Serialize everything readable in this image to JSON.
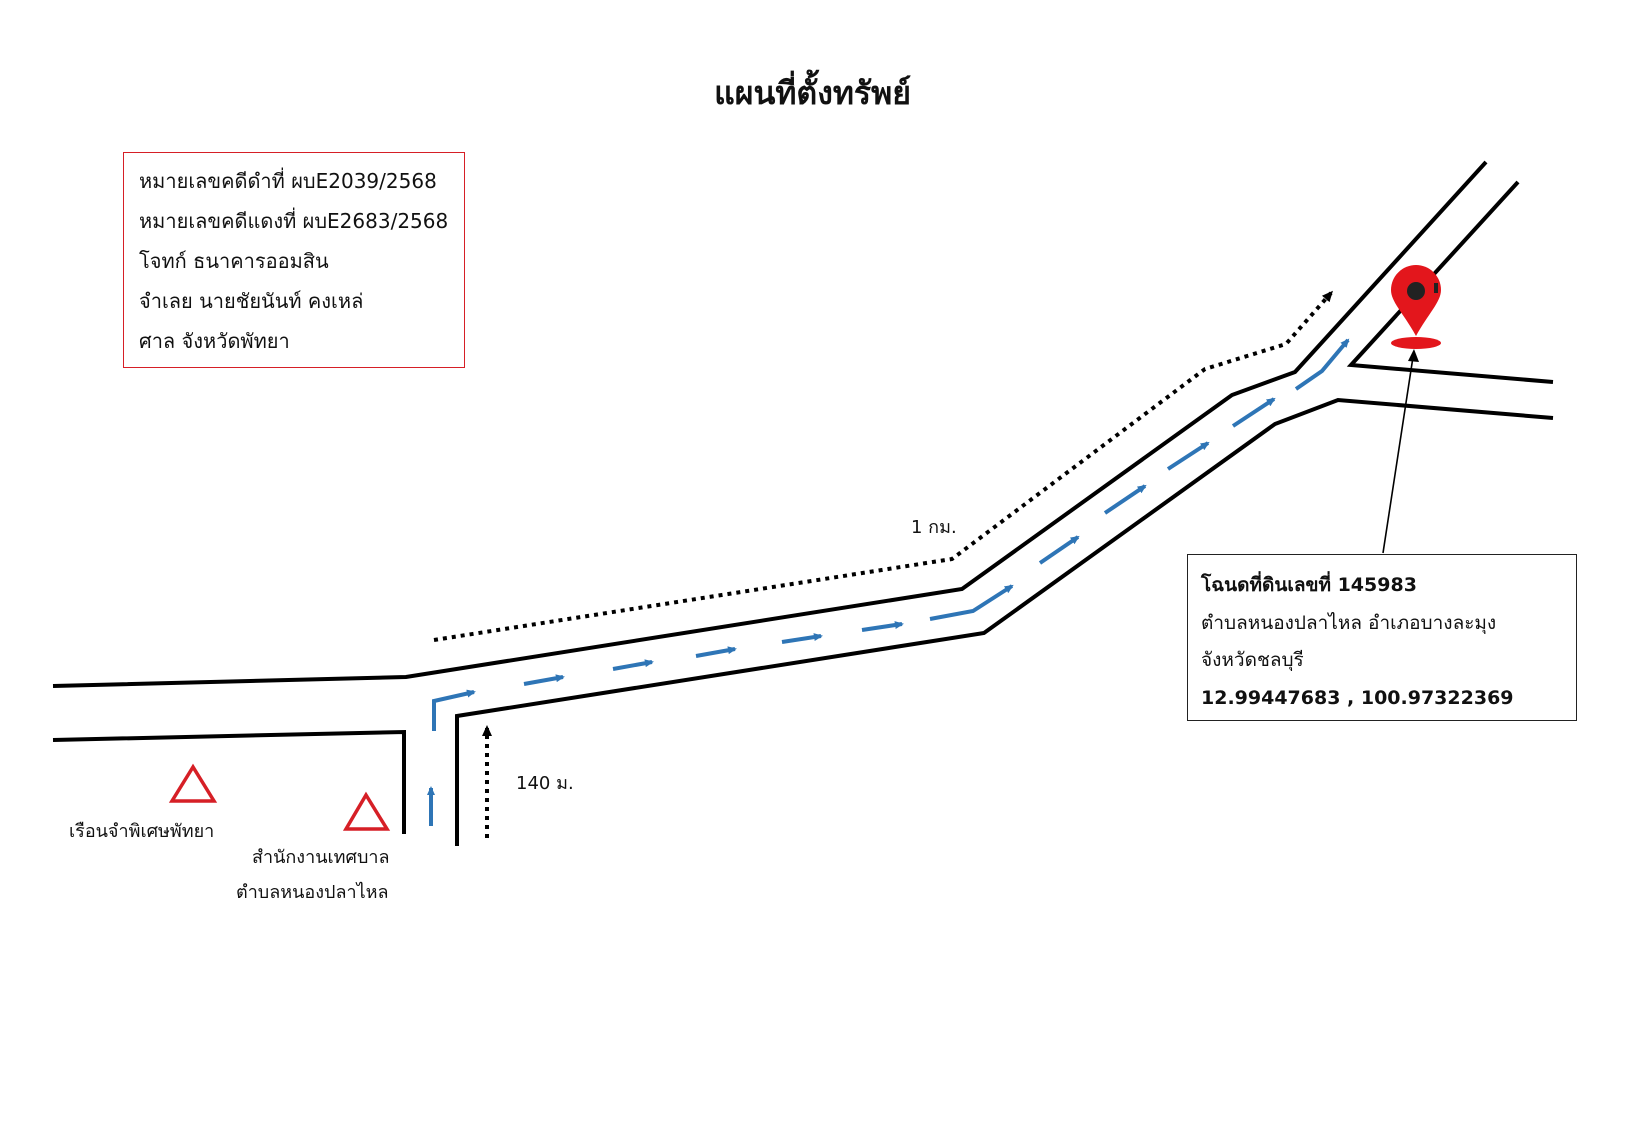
{
  "map": {
    "title": "แผนที่ตั้งทรัพย์"
  },
  "case_info": {
    "lines": [
      "หมายเลขคดีดำที่ ผบE2039/2568",
      "หมายเลขคดีแดงที่ ผบE2683/2568",
      "โจทก์ ธนาคารออมสิน",
      "จำเลย นายชัยนันท์ คงเหล่",
      "ศาล จังหวัดพัทยา"
    ]
  },
  "deed_info": {
    "title": "โฉนดที่ดินเลขที่ 145983",
    "address_line1": "ตำบลหนองปลาไหล อำเภอบางละมุง",
    "address_line2": "จังหวัดชลบุรี",
    "coordinates": "12.99447683 , 100.97322369"
  },
  "distances": {
    "main_road": "1 กม.",
    "side_road": "140 ม."
  },
  "landmarks": {
    "prison": "เรือนจำพิเศษพัทยา",
    "municipality_line1": "สำนักงานเทศบาล",
    "municipality_line2": "ตำบลหนองปลาไหล"
  },
  "colors": {
    "road": "#000000",
    "route_arrow": "#2e75b6",
    "landmark_marker": "#d61f26",
    "location_pin": "#e3161c",
    "case_box_border": "#d61f26"
  },
  "icons": {
    "landmark": "triangle-icon",
    "location": "map-pin-icon"
  }
}
